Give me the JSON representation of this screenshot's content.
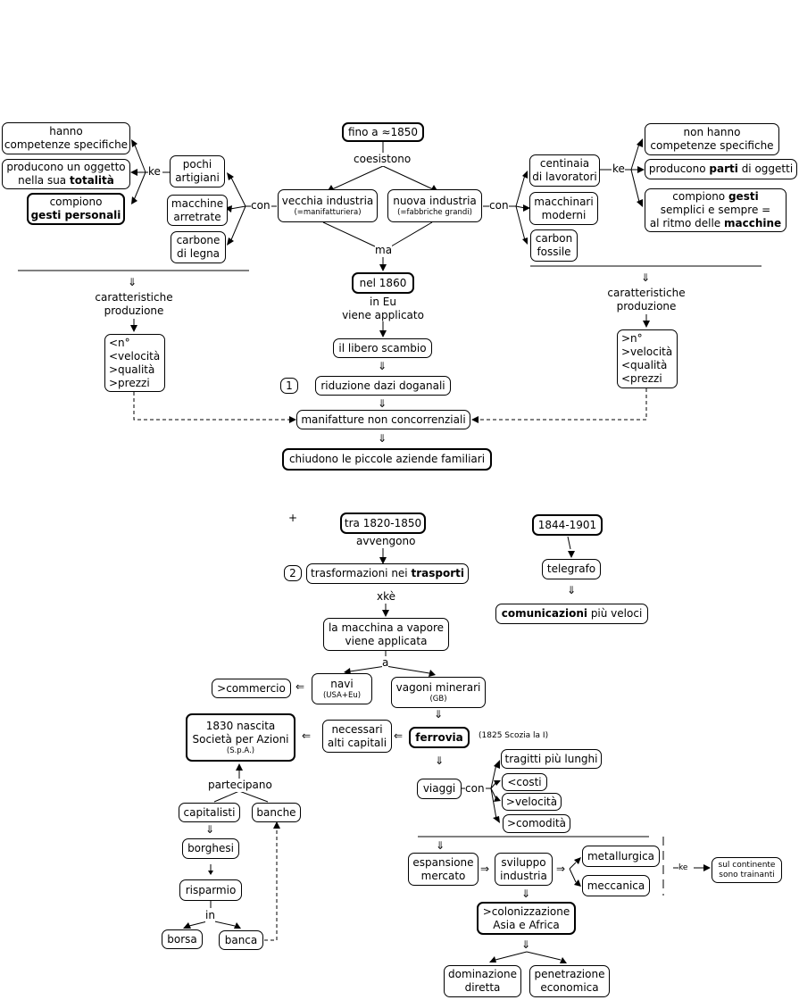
{
  "nodes": {
    "hanno_competenze": [
      "hanno",
      "competenze specifiche"
    ],
    "producono_oggetto": {
      "l1": "producono un oggetto",
      "l2a": "nella sua ",
      "l2b": "totalità"
    },
    "compiono_gesti_personali": {
      "l1": "compiono",
      "l2": "gesti personali"
    },
    "pochi_artigiani": [
      "pochi",
      "artigiani"
    ],
    "macchine_arretrate": [
      "macchine",
      "arretrate"
    ],
    "carbone_di_legna": [
      "carbone",
      "di legna"
    ],
    "fino_1850": "fino a ≈1850",
    "vecchia_industria": {
      "main": "vecchia industria",
      "sub": "(=manifatturiera)"
    },
    "nuova_industria": {
      "main": "nuova industria",
      "sub": "(=fabbriche grandi)"
    },
    "centinaia_lavoratori": [
      "centinaia",
      "di lavoratori"
    ],
    "macchinari_moderni": [
      "macchinari",
      "moderni"
    ],
    "carbon_fossile": [
      "carbon",
      "fossile"
    ],
    "non_hanno_competenze": [
      "non hanno",
      "competenze specifiche"
    ],
    "producono_parti": {
      "a": "producono ",
      "b": "parti",
      "c": " di oggetti"
    },
    "compiono_gesti_semplici": {
      "l1a": "compiono ",
      "l1b": "gesti",
      "l2": "semplici e sempre =",
      "l3a": "al ritmo delle ",
      "l3b": "macchine"
    },
    "nel_1860": "nel 1860",
    "caratteristiche_sx": [
      "<n°",
      "<velocità",
      ">qualità",
      ">prezzi"
    ],
    "caratteristiche_dx": [
      ">n°",
      ">velocità",
      "<qualità",
      "<prezzi"
    ],
    "libero_scambio": "il libero scambio",
    "riduzione_dazi": "riduzione dazi doganali",
    "manifatture_non_conc": "manifatture non concorrenziali",
    "chiudono_aziende": "chiudono le piccole aziende familiari",
    "tra_1820_1850": "tra 1820-1850",
    "trasformazioni_trasporti": {
      "a": "trasformazioni nei ",
      "b": "trasporti"
    },
    "macchina_vapore": [
      "la macchina a vapore",
      "viene applicata"
    ],
    "navi": {
      "main": "navi",
      "sub": "(USA+Eu)"
    },
    "vagoni_minerari": {
      "main": "vagoni minerari",
      "sub": "(GB)"
    },
    "commercio": ">commercio",
    "societa_azioni": {
      "l1": "1830 nascita",
      "l2": "Società per Azioni",
      "sub": "(S.p.A.)"
    },
    "necessari_capitali": [
      "necessari",
      "alti capitali"
    ],
    "ferrovia": "ferrovia",
    "viaggi": "viaggi",
    "tragitti_lunghi": "tragitti più lunghi",
    "costi": "<costi",
    "velocita": ">velocità",
    "comodita": ">comodità",
    "capitalisti": "capitalisti",
    "banche": "banche",
    "borghesi": "borghesi",
    "risparmio": "risparmio",
    "borsa": "borsa",
    "banca": "banca",
    "espansione_mercato": [
      "espansione",
      "mercato"
    ],
    "sviluppo_industria": [
      "sviluppo",
      "industria"
    ],
    "metallurgica": "metallurgica",
    "meccanica": "meccanica",
    "sul_continente": [
      "sul continente",
      "sono trainanti"
    ],
    "colonizzazione": [
      ">colonizzazione",
      "Asia e Africa"
    ],
    "dominazione_diretta": [
      "dominazione",
      "diretta"
    ],
    "penetrazione_economica": [
      "penetrazione",
      "economica"
    ],
    "anni_1844_1901": "1844-1901",
    "telegrafo": "telegrafo",
    "comunicazioni": {
      "a": "comunicazioni",
      "b": " più veloci"
    }
  },
  "labels": {
    "ke_left": "ke",
    "con_left": "con",
    "coesistono": "coesistono",
    "con_right": "con",
    "ke_right": "ke",
    "ma": "ma",
    "caratteristiche_produzione_sx": [
      "caratteristiche",
      "produzione"
    ],
    "caratteristiche_produzione_dx": [
      "caratteristiche",
      "produzione"
    ],
    "in_eu": [
      "in Eu",
      "viene applicato"
    ],
    "avvengono": "avvengono",
    "xke": "xkè",
    "a": "a",
    "scozia": "(1825 Scozia la I)",
    "partecipano": "partecipano",
    "in": "in",
    "con_viaggi": "con",
    "ke_industria": "ke",
    "plus": "+",
    "circle_1": "1",
    "circle_2": "2"
  }
}
